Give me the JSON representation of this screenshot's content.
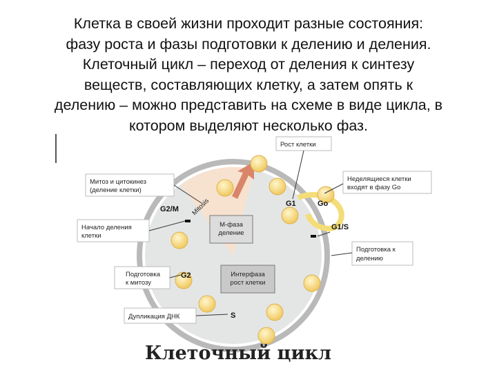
{
  "intro": {
    "lines": [
      "Клетка в своей жизни проходит разные состояния:",
      "фазу роста и фазы подготовки к делению и деления.",
      "Клеточный цикл – переход от деления к синтезу",
      "веществ, составляющих клетку, а затем опять к",
      "делению – можно представить на схеме в виде цикла, в",
      "котором выделяют несколько фаз."
    ]
  },
  "diagram": {
    "labels": {
      "growth": "Рост клетки",
      "mitosis_l1": "Митоз и цитокинез",
      "mitosis_l2": "(деление клетки)",
      "nondividing_l1": "Неделящиеся клетки",
      "nondividing_l2": "входят в фазу Go",
      "division_start_l1": "Начало деления",
      "division_start_l2": "клетки",
      "prep_division_l1": "Подготовка к",
      "prep_division_l2": "делению",
      "prep_mitosis_l1": "Подготовка",
      "prep_mitosis_l2": "к митозу",
      "dna": "Дупликация ДНК"
    },
    "phases": {
      "g2m": "G2/M",
      "g1": "G1",
      "go": "Go",
      "g1s": "G1/S",
      "g2": "G2",
      "s": "S",
      "mitosis_arc": "Mitosis"
    },
    "boxes": {
      "m_phase_l1": "М-фаза",
      "m_phase_l2": "деление",
      "interphase_l1": "Интерфаза",
      "interphase_l2": "рост клетки"
    },
    "caption": "Клеточный цикл"
  },
  "colors": {
    "cell_fill": "#f6d780",
    "cell_stroke": "#e0b24a",
    "ring": "#b9b9b9",
    "center": "#e4e6e6",
    "mitosis_sector": "#f7e1cf",
    "arrow": "#d98569"
  }
}
